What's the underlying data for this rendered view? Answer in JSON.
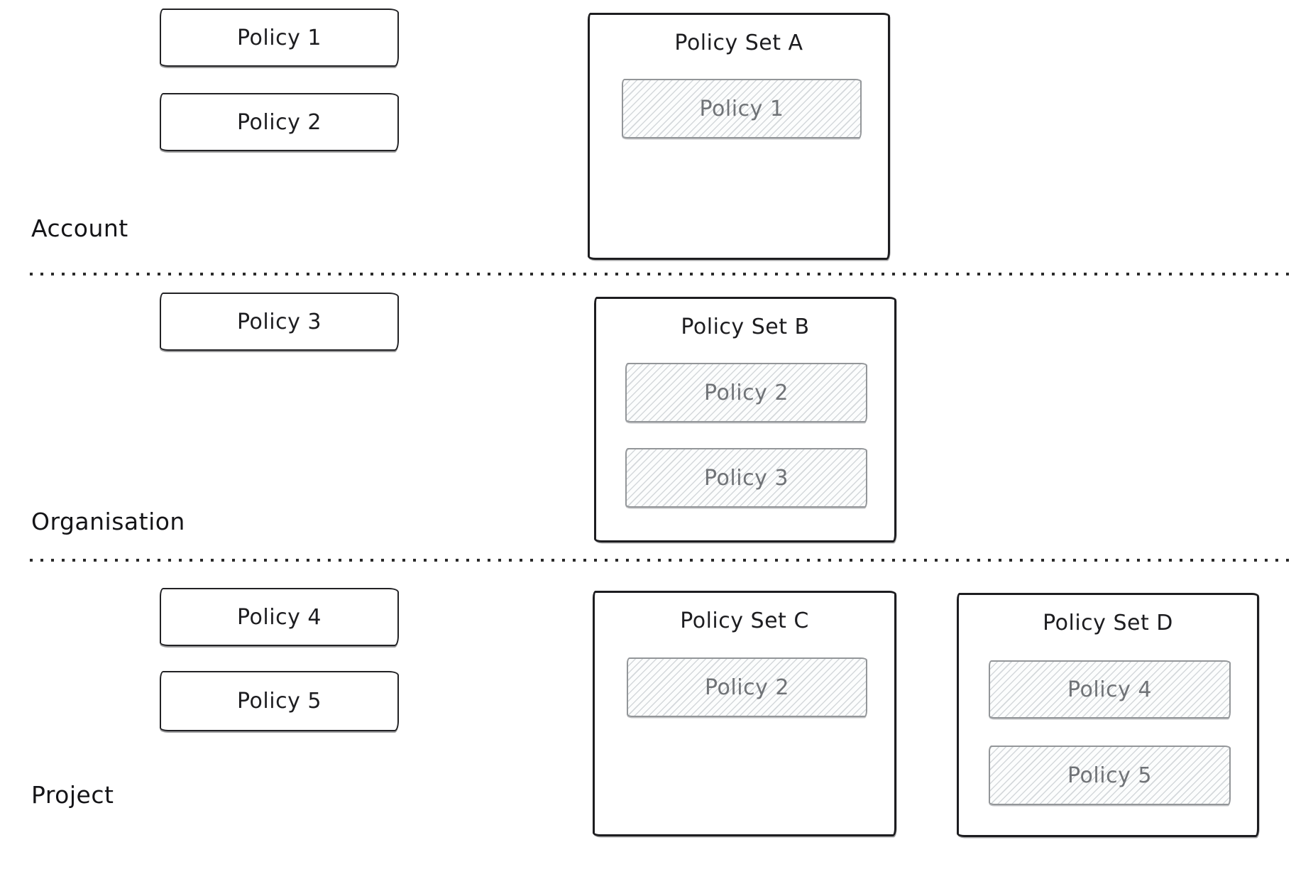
{
  "sections": [
    {
      "label": "Account",
      "policies": [
        "Policy 1",
        "Policy 2"
      ],
      "policy_sets": [
        {
          "title": "Policy Set A",
          "attached_policies": [
            "Policy 1"
          ]
        }
      ]
    },
    {
      "label": "Organisation",
      "policies": [
        "Policy 3"
      ],
      "policy_sets": [
        {
          "title": "Policy Set B",
          "attached_policies": [
            "Policy 2",
            "Policy 3"
          ]
        }
      ]
    },
    {
      "label": "Project",
      "policies": [
        "Policy 4",
        "Policy 5"
      ],
      "policy_sets": [
        {
          "title": "Policy Set C",
          "attached_policies": [
            "Policy 2"
          ]
        },
        {
          "title": "Policy Set D",
          "attached_policies": [
            "Policy 4",
            "Policy 5"
          ]
        }
      ]
    }
  ],
  "colors": {
    "background": "#ffffff",
    "stroke_dark": "#1d1d20",
    "stroke_muted": "#939699",
    "hatch_line": "#d4d8db",
    "text_dark": "#141417",
    "text_muted": "#707377",
    "separator_dot": "#2b2b2b"
  }
}
